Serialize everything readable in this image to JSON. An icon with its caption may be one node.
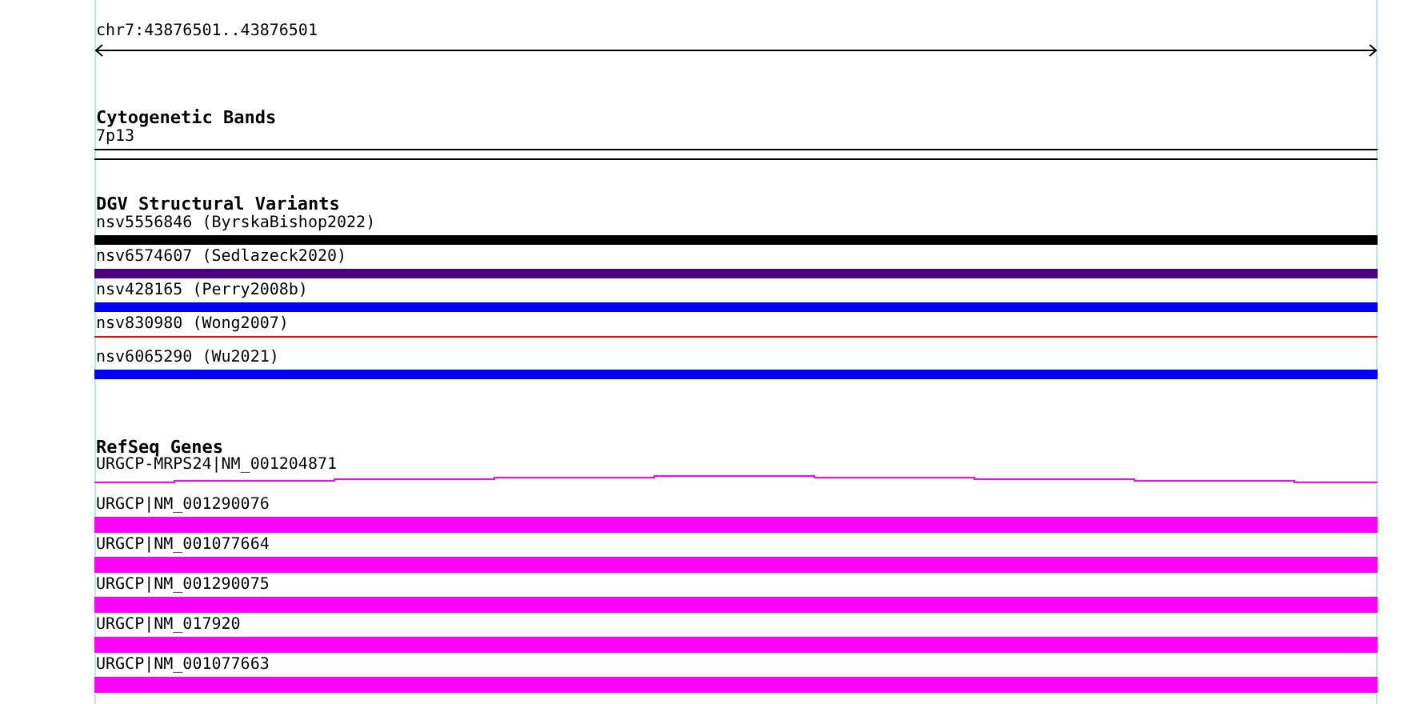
{
  "diagram": {
    "nodes": [
      {
        "text": [
          "Cytogenetic Bands"
        ]
      },
      {
        "text": [
          "7p13"
        ],
        "in": 0
      },
      {
        "text": [
          "DGV Structural Variants"
        ]
      },
      {
        "text": [
          "nsv5556846 (ByrskaBishop2022)"
        ],
        "in": 2
      },
      {
        "text": [
          "nsv6574607 (Sedlazeck2020)"
        ],
        "in": 2
      },
      {
        "text": [
          "nsv428165 (Perry2008b)"
        ],
        "in": 2
      },
      {
        "text": [
          "nsv830980 (Wong2007)"
        ],
        "in": 2
      },
      {
        "text": [
          "nsv6065290 (Wu2021)"
        ],
        "in": 2
      },
      {
        "text": [
          "RefSeq Genes"
        ]
      },
      {
        "text": [
          "URGCP-MRPS24|NM_001204871"
        ],
        "in": 8
      },
      {
        "text": [
          "URGCP|NM_001290076"
        ],
        "in": 8
      },
      {
        "text": [
          "URGCP|NM_001077664"
        ],
        "in": 8
      },
      {
        "text": [
          "URGCP|NM_001290075"
        ],
        "in": 8
      },
      {
        "text": [
          "URGCP|NM_017920"
        ],
        "in": 8
      },
      {
        "text": [
          "URGCP|NM_001077663"
        ],
        "in": 8
      }
    ],
    "labels": [
      "chr7:43876501..43876501"
    ]
  }
}
